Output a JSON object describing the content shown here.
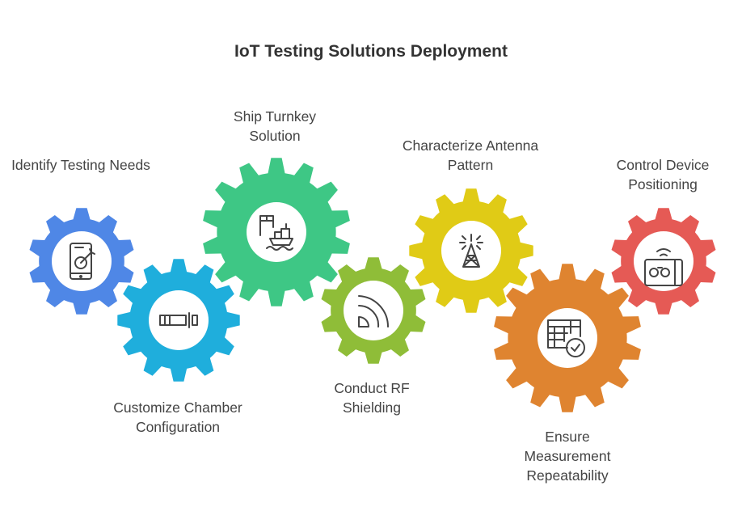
{
  "title": "IoT Testing Solutions Deployment",
  "steps": [
    {
      "label": "Identify Testing Needs",
      "color": "#4F87E6",
      "icon": "smartphone-target-icon"
    },
    {
      "label": "Customize Chamber Configuration",
      "color": "#1FAEDC",
      "icon": "chamber-slider-icon"
    },
    {
      "label": "Ship Turnkey Solution",
      "color": "#3EC785",
      "icon": "package-ship-icon"
    },
    {
      "label": "Conduct RF Shielding",
      "color": "#8FBD38",
      "icon": "signal-waves-icon"
    },
    {
      "label": "Characterize Antenna Pattern",
      "color": "#E0CB16",
      "icon": "antenna-tower-icon"
    },
    {
      "label": "Ensure Measurement Repeatability",
      "color": "#DF8430",
      "icon": "table-check-icon"
    },
    {
      "label": "Control Device Positioning",
      "color": "#E55A55",
      "icon": "remote-device-icon"
    }
  ]
}
